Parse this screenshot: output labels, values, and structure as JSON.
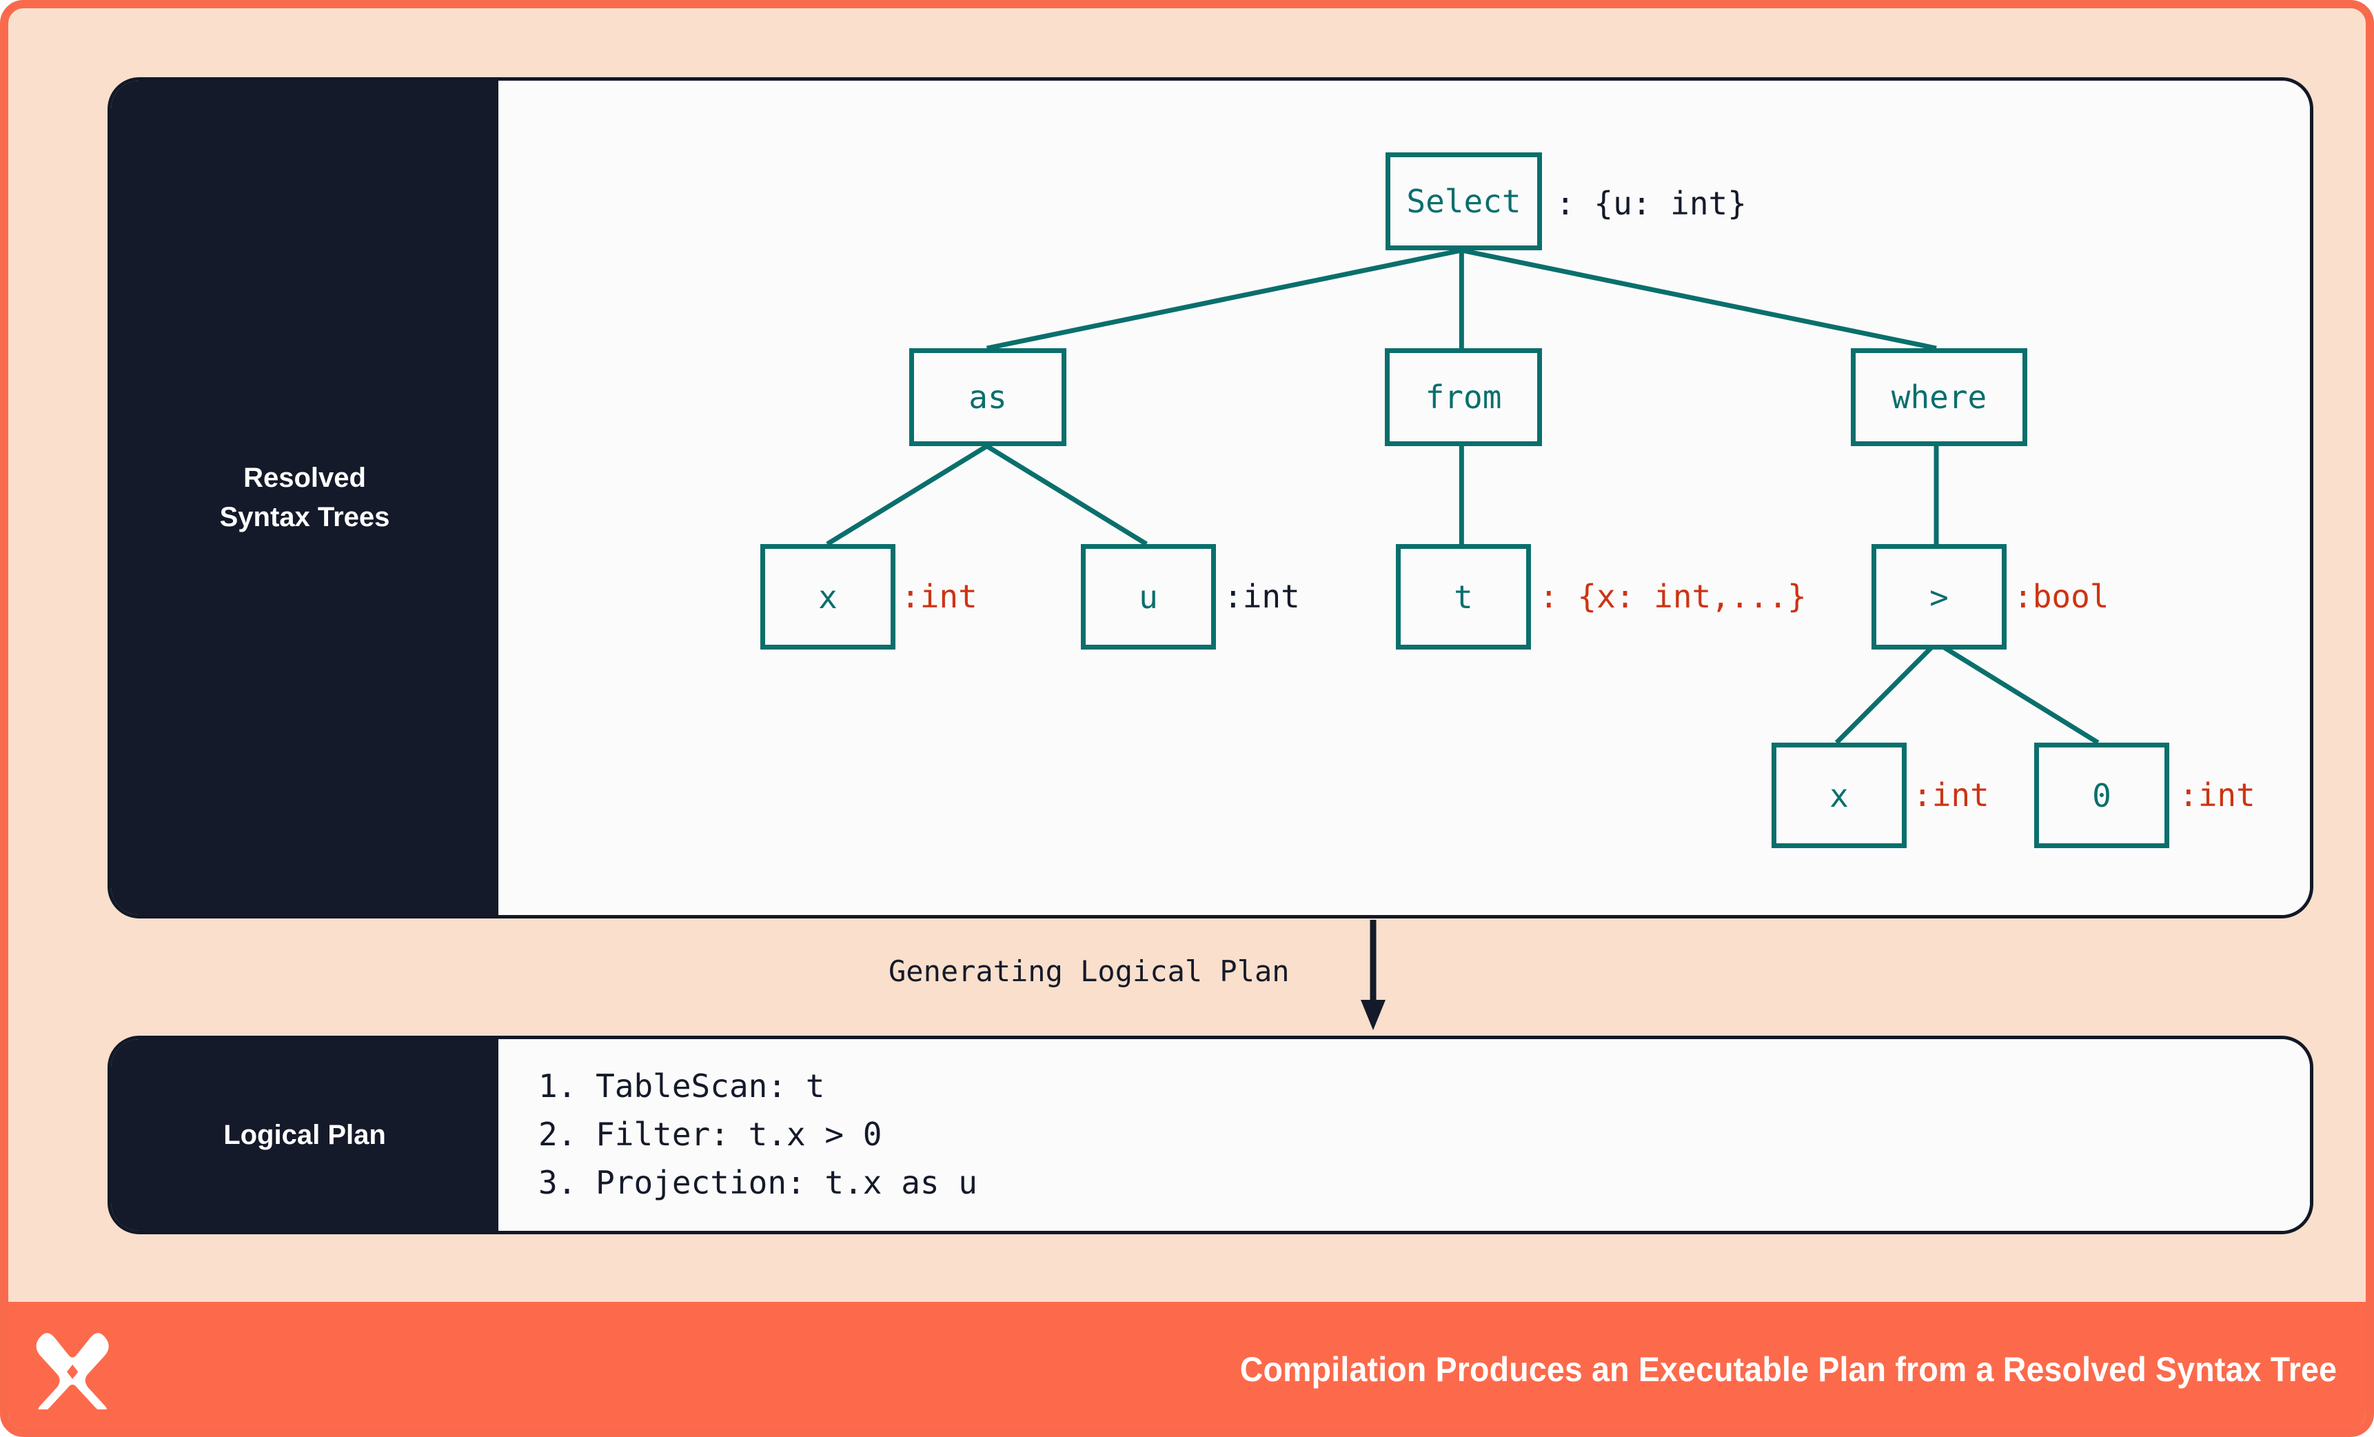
{
  "colors": {
    "frame_border": "#f96a4c",
    "frame_background": "#f9dfcc",
    "banner": "#fc6a4b",
    "card_border": "#121826",
    "card_sidebar": "#141a29",
    "card_body": "#fbfbfc",
    "node_teal": "#0a6f6c",
    "annotation_red": "#cc3413",
    "annotation_dark": "#141a29"
  },
  "cards": {
    "resolved_syntax_trees": {
      "sidebar_label": "Resolved\nSyntax Trees"
    },
    "logical_plan": {
      "sidebar_label": "Logical Plan"
    }
  },
  "tree": {
    "nodes": [
      {
        "id": "select",
        "label": "Select",
        "annotation": ": {u: int}",
        "annotation_color": "dark"
      },
      {
        "id": "as",
        "label": "as",
        "annotation": "",
        "annotation_color": ""
      },
      {
        "id": "from",
        "label": "from",
        "annotation": "",
        "annotation_color": ""
      },
      {
        "id": "where",
        "label": "where",
        "annotation": "",
        "annotation_color": ""
      },
      {
        "id": "as-x",
        "label": "x",
        "annotation": ":int",
        "annotation_color": "red"
      },
      {
        "id": "as-u",
        "label": "u",
        "annotation": ":int",
        "annotation_color": "dark"
      },
      {
        "id": "from-t",
        "label": "t",
        "annotation": ": {x: int,...}",
        "annotation_color": "red"
      },
      {
        "id": "gt",
        "label": ">",
        "annotation": ":bool",
        "annotation_color": "red"
      },
      {
        "id": "gt-x",
        "label": "x",
        "annotation": ":int",
        "annotation_color": "red"
      },
      {
        "id": "gt-0",
        "label": "0",
        "annotation": ":int",
        "annotation_color": "red"
      }
    ]
  },
  "transition": {
    "label": "Generating Logical Plan",
    "arrow": "arrow-down"
  },
  "plan": {
    "steps": [
      "1. TableScan: t",
      "2. Filter: t.x > 0",
      "3. Projection: t.x as u"
    ]
  },
  "banner": {
    "caption": "Compilation Produces an Executable Plan from a Resolved Syntax Tree",
    "logo": "x-logo"
  }
}
